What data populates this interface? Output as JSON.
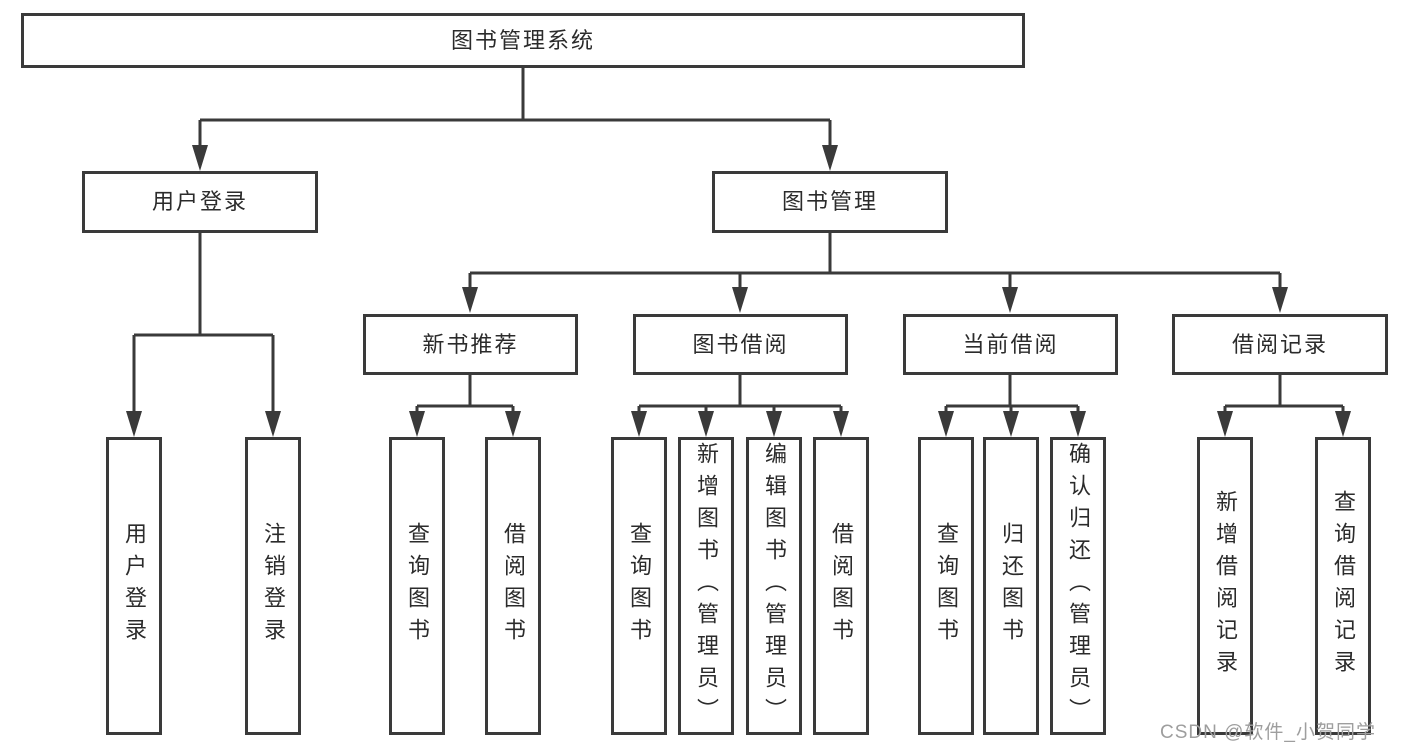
{
  "tree": {
    "label": "图书管理系统",
    "children": [
      {
        "label": "用户登录",
        "children": [
          {
            "label": "用户登录"
          },
          {
            "label": "注销登录"
          }
        ]
      },
      {
        "label": "图书管理",
        "children": [
          {
            "label": "新书推荐",
            "children": [
              {
                "label": "查询图书"
              },
              {
                "label": "借阅图书"
              }
            ]
          },
          {
            "label": "图书借阅",
            "children": [
              {
                "label": "查询图书"
              },
              {
                "label": "新增图书（管理员）"
              },
              {
                "label": "编辑图书（管理员）"
              },
              {
                "label": "借阅图书"
              }
            ]
          },
          {
            "label": "当前借阅",
            "children": [
              {
                "label": "查询图书"
              },
              {
                "label": "归还图书"
              },
              {
                "label": "确认归还（管理员）"
              }
            ]
          },
          {
            "label": "借阅记录",
            "children": [
              {
                "label": "新增借阅记录"
              },
              {
                "label": "查询借阅记录"
              }
            ]
          }
        ]
      }
    ]
  },
  "watermark": {
    "text": "CSDN @软件_小贺同学"
  },
  "colors": {
    "line": "#3a3a3a",
    "box_border": "#3a3a3a",
    "text": "#2b2b2b",
    "watermark": "#9e9e9e",
    "background": "#ffffff"
  }
}
